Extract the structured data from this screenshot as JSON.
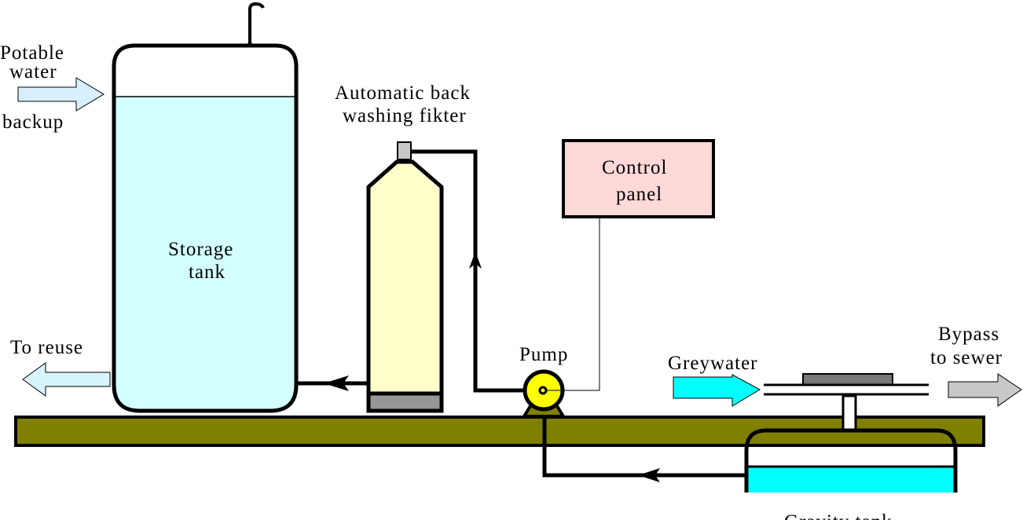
{
  "title": "Greywater recycling system",
  "labels": {
    "potable_line1": "Potable",
    "potable_line2": "water",
    "potable_line3": "backup",
    "storage_line1": "Storage",
    "storage_line2": "tank",
    "filter_line1": "Automatic back",
    "filter_line2": "washing fikter",
    "control_line1": "Control",
    "control_line2": "panel",
    "pump": "Pump",
    "to_reuse": "To reuse",
    "greywater": "Greywater",
    "bypass_line1": "Bypass",
    "bypass_line2": "to sewer",
    "gravity_tank": "Gravity tank"
  },
  "colors": {
    "storage_water": "#d4ffff",
    "filter_body": "#ffffcc",
    "filter_base": "#969696",
    "filter_cap": "#c8c8c8",
    "control_panel": "#ffd8d8",
    "ground": "#808000",
    "pump": "#ffff00",
    "greywater_arrow": "#00ffff",
    "gravity_water": "#00ffff",
    "potable_arrow": "#d8efff",
    "reuse_arrow": "#d8f4ff",
    "bypass_arrow": "#c8c8c8",
    "grate": "#787878"
  }
}
